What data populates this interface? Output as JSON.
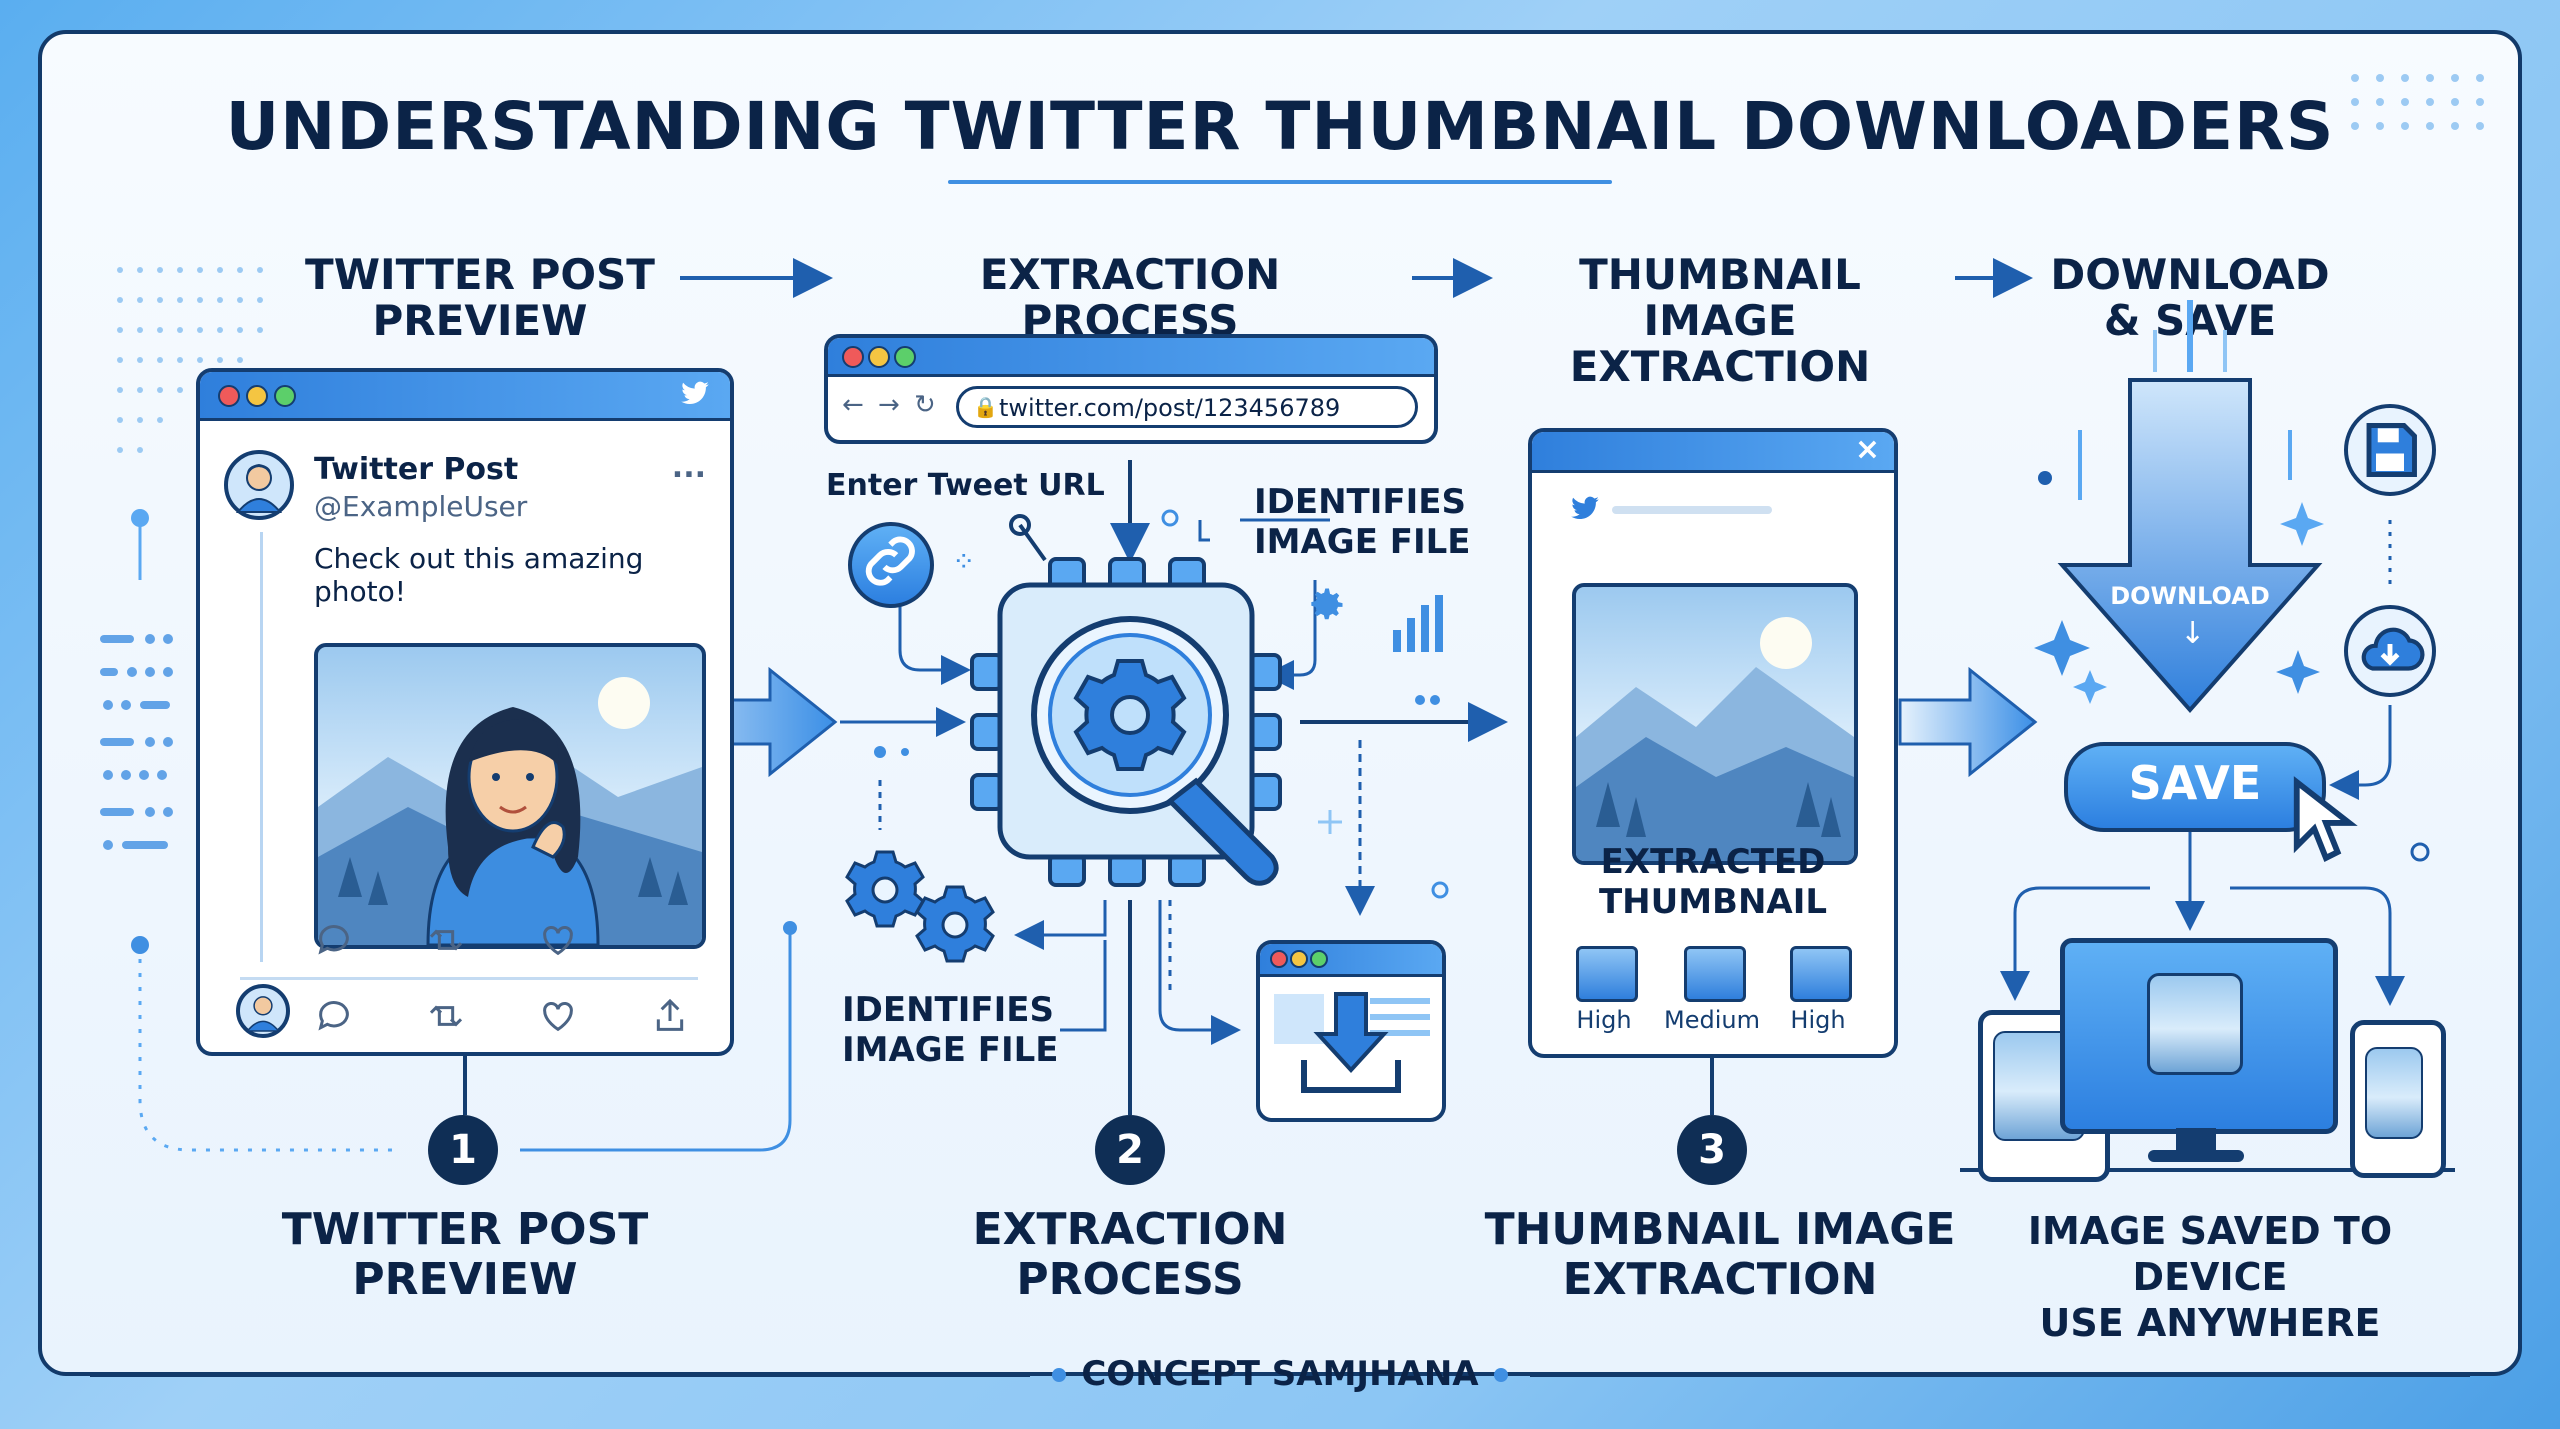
{
  "title": "UNDERSTANDING TWITTER THUMBNAIL DOWNLOADERS",
  "footer": "CONCEPT SAMJHANA",
  "steps_top": [
    {
      "line1": "TWITTER POST",
      "line2": "PREVIEW"
    },
    {
      "line1": "EXTRACTION PROCESS",
      "line2": ""
    },
    {
      "line1": "THUMBNAIL IMAGE",
      "line2": "EXTRACTION"
    },
    {
      "line1": "DOWNLOAD",
      "line2": "& SAVE"
    }
  ],
  "steps_bottom": [
    {
      "number": "1",
      "line1": "TWITTER POST",
      "line2": "PREVIEW"
    },
    {
      "number": "2",
      "line1": "EXTRACTION",
      "line2": "PROCESS"
    },
    {
      "number": "3",
      "line1": "THUMBNAIL IMAGE",
      "line2": "EXTRACTION"
    },
    {
      "number": "",
      "line1": "IMAGE SAVED TO DEVICE",
      "line2": "USE ANYWHERE"
    }
  ],
  "tweet": {
    "name": "Twitter Post",
    "handle": "@ExampleUser",
    "text": "Check out this amazing photo!",
    "more": "..."
  },
  "browser": {
    "url": "twitter.com/post/123456789"
  },
  "labels": {
    "enter_url": "Enter Tweet URL",
    "identifies_top_1": "IDENTIFIES",
    "identifies_top_2": "IMAGE FILE",
    "identifies_bottom_1": "IDENTIFIES",
    "identifies_bottom_2": "IMAGE FILE"
  },
  "thumbnail_panel": {
    "caption1": "EXTRACTED",
    "caption2": "THUMBNAIL",
    "sizes": [
      "High",
      "Medium",
      "High"
    ]
  },
  "download": {
    "arrow_label": "DOWNLOAD",
    "save_label": "SAVE"
  },
  "colors": {
    "accent": "#2f7fdc",
    "navy": "#0f2e55",
    "background": "#eaf4fe"
  }
}
